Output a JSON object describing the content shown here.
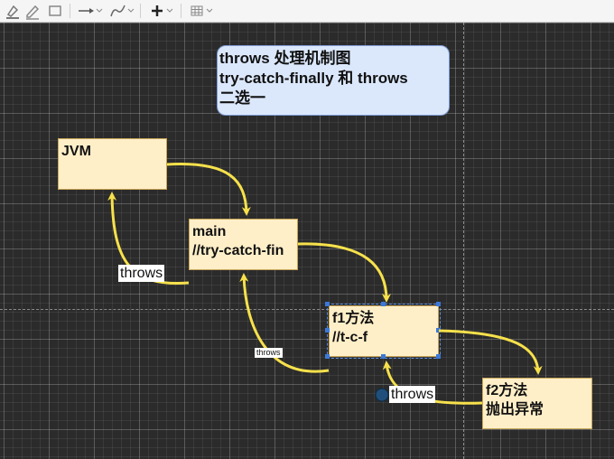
{
  "toolbar": {
    "tools": [
      {
        "name": "line-color-icon"
      },
      {
        "name": "pencil-icon"
      },
      {
        "name": "shape-icon"
      },
      {
        "name": "connector-arrow-icon"
      },
      {
        "name": "waypoint-curve-icon"
      },
      {
        "name": "insert-plus-icon"
      },
      {
        "name": "table-grid-icon"
      }
    ]
  },
  "note": {
    "lines": [
      "throws 处理机制图",
      "try-catch-finally 和 throws",
      "二选一"
    ]
  },
  "nodes": {
    "jvm": {
      "lines": [
        "JVM"
      ]
    },
    "main": {
      "lines": [
        "main",
        "//try-catch-fin"
      ]
    },
    "f1": {
      "lines": [
        "f1方法",
        "//t-c-f"
      ]
    },
    "f2": {
      "lines": [
        "f2方法",
        "抛出异常"
      ]
    }
  },
  "edge_labels": {
    "main_to_jvm": "throws",
    "f1_to_main": "throws",
    "f2_to_f1": "throws"
  },
  "colors": {
    "arrow": "#f7e14b",
    "node_fill": "#ffefc8",
    "note_fill": "#dbe8fc",
    "canvas": "#2b2b2b"
  }
}
